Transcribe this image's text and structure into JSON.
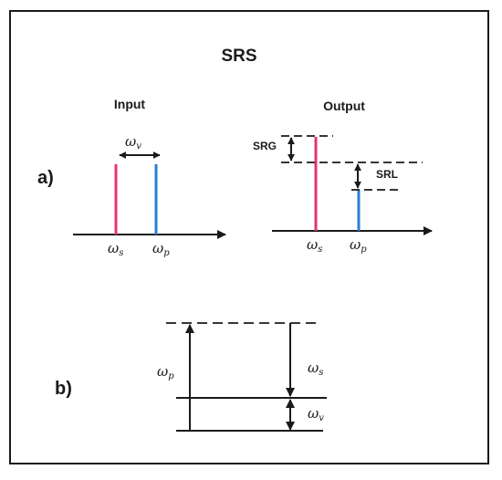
{
  "title": "SRS",
  "panel_a": {
    "label": "a)",
    "input": {
      "heading": "Input",
      "spacing_symbol": "ω",
      "spacing_sub": "v",
      "stokes_symbol": "ω",
      "stokes_sub": "s",
      "pump_symbol": "ω",
      "pump_sub": "p"
    },
    "output": {
      "heading": "Output",
      "gain_label": "SRG",
      "loss_label": "SRL",
      "stokes_symbol": "ω",
      "stokes_sub": "s",
      "pump_symbol": "ω",
      "pump_sub": "p"
    }
  },
  "panel_b": {
    "label": "b)",
    "pump_symbol": "ω",
    "pump_sub": "p",
    "stokes_symbol": "ω",
    "stokes_sub": "s",
    "vib_symbol": "ω",
    "vib_sub": "v"
  },
  "colors": {
    "stokes_line": "#e8336e",
    "pump_line": "#2a7fd0",
    "ink": "#1a1a1a"
  }
}
